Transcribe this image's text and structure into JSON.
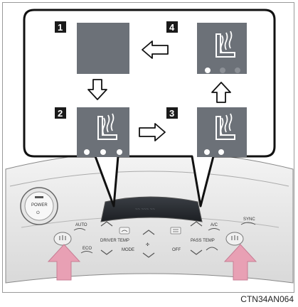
{
  "callout_steps": [
    {
      "number": "1",
      "state": "off",
      "lit_indicators": 0
    },
    {
      "number": "2",
      "state": "high",
      "lit_indicators": 3
    },
    {
      "number": "3",
      "state": "medium",
      "lit_indicators": 2
    },
    {
      "number": "4",
      "state": "low",
      "lit_indicators": 1
    }
  ],
  "panel_buttons": {
    "power_label": "POWER",
    "power_symbol": "⏻",
    "auto_label": "AUTO",
    "eco_label": "ECO",
    "driver_temp_label": "DRIVER\nTEMP",
    "mode_label": "MODE",
    "pass_temp_label": "PASS\nTEMP",
    "off_label": "OFF",
    "ac_label": "A/C",
    "sync_label": "SYNC"
  },
  "caption": "CTN34AN064",
  "colors": {
    "arrow_pink": "#e8a0b4",
    "panel_dark": "#6c7178",
    "indicator_on": "#ffffff",
    "indicator_off": "#9da1a6"
  }
}
